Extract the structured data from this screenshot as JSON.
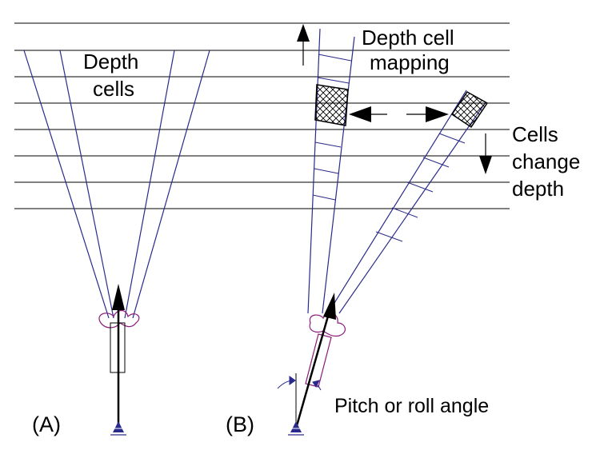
{
  "labels": {
    "depth_cells_line1": "Depth",
    "depth_cells_line2": "cells",
    "mapping_line1": "Depth cell",
    "mapping_line2": "mapping",
    "change_line1": "Cells",
    "change_line2": "change",
    "change_line3": "depth",
    "panel_a": "(A)",
    "panel_b": "(B)",
    "angle": "Pitch or roll angle"
  },
  "colors": {
    "beam": "#2a2a8c",
    "transducer": "#8b1a7a",
    "arrow": "#000000",
    "depth_line": "#000000",
    "hatch": "#000000"
  }
}
